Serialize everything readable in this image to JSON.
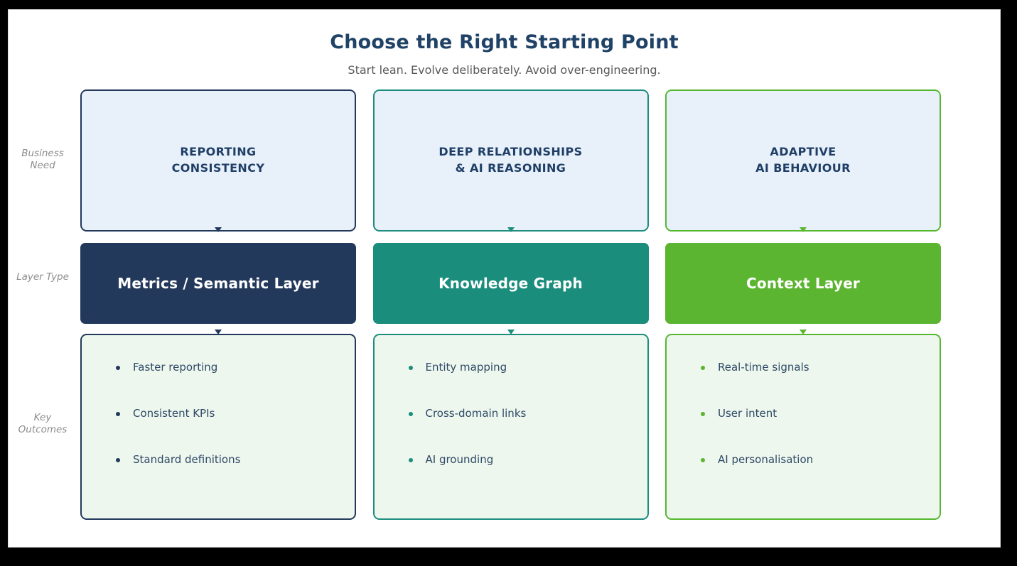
{
  "header": {
    "title": "Choose the Right Starting Point",
    "subtitle": "Start lean. Evolve deliberately. Avoid over-engineering."
  },
  "row_labels": {
    "business_need": "Business\nNeed",
    "layer_type": "Layer\nType",
    "key_outcomes": "Key\nOutcomes"
  },
  "colors": {
    "navy": "#23395b",
    "teal": "#1a8d7c",
    "green": "#5cb531",
    "need_card_fill": "#e8f0fa",
    "outcome_card_fill": "#eef7ee",
    "title": "#1f4266",
    "subtitle": "#595959",
    "row_label": "#8c8c8c",
    "frame": "#000000"
  },
  "columns": [
    {
      "accent": "navy",
      "need": "REPORTING\nCONSISTENCY",
      "layer": "Metrics / Semantic Layer",
      "outcomes": [
        "Faster reporting",
        "Consistent KPIs",
        "Standard definitions"
      ]
    },
    {
      "accent": "teal",
      "need": "DEEP RELATIONSHIPS\n& AI REASONING",
      "layer": "Knowledge Graph",
      "outcomes": [
        "Entity mapping",
        "Cross-domain links",
        "AI grounding"
      ]
    },
    {
      "accent": "green",
      "need": "ADAPTIVE\nAI BEHAVIOUR",
      "layer": "Context Layer",
      "outcomes": [
        "Real-time signals",
        "User intent",
        "AI personalisation"
      ]
    }
  ]
}
